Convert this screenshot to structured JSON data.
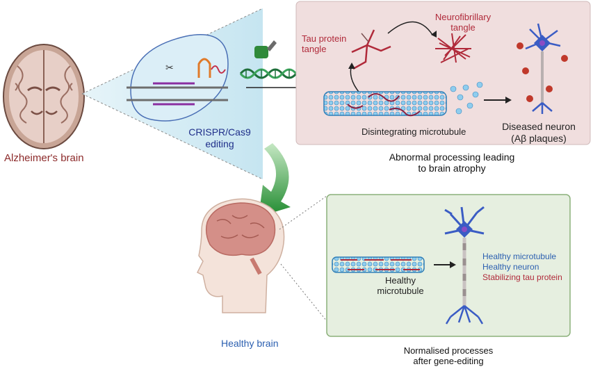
{
  "left": {
    "brain_label": "Alzheimer's brain",
    "crispr_label_line1": "CRISPR/Cas9",
    "crispr_label_line2": "editing"
  },
  "top_panel": {
    "tau_label_line1": "Tau protein",
    "tau_label_line2": "tangle",
    "nft_label_line1": "Neurofibrillary",
    "nft_label_line2": "tangle",
    "microtubule_label": "Disintegrating microtubule",
    "neuron_label_line1": "Diseased neuron",
    "neuron_label_line2": "(Aβ plaques)",
    "caption_line1": "Abnormal processing leading",
    "caption_line2": "to brain atrophy"
  },
  "bottom_panel": {
    "healthy_brain_label": "Healthy brain",
    "microtubule_label_line1": "Healthy",
    "microtubule_label_line2": "microtubule",
    "legend_1": "Healthy microtubule",
    "legend_2": "Healthy neuron",
    "legend_3": "Stabilizing tau protein",
    "caption_line1": "Normalised processes",
    "caption_line2": "after gene-editing"
  },
  "colors": {
    "top_panel_fill": "#f0dede",
    "bottom_panel_fill": "#e6efe0",
    "bottom_panel_border": "#8bb07a",
    "crispr_cone": "#cde8f2",
    "arrow_green": "#2e9b3a",
    "disease_red": "#b02a3a",
    "healthy_blue": "#2b5fb0",
    "neuron_blue": "#3a5cc4"
  }
}
